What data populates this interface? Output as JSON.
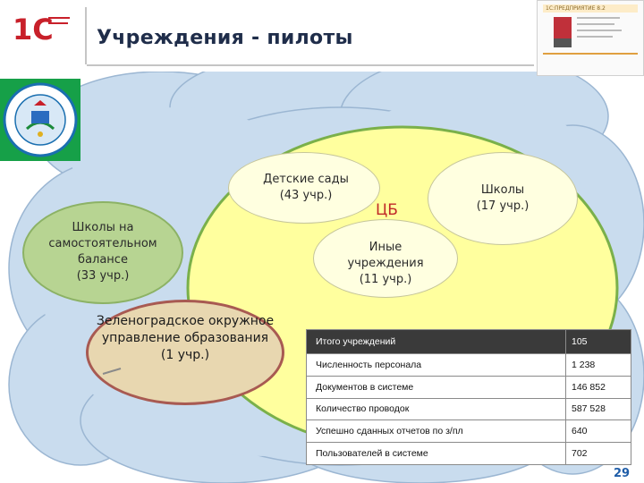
{
  "header": {
    "title": "Учреждения - пилоты"
  },
  "product_box": {
    "caption": "1С:ПРЕДПРИЯТИЕ 8.2"
  },
  "nodes": {
    "center": "ЦБ",
    "kindergartens": "Детские сады\n(43 учр.)",
    "schools": "Школы\n(17 учр.)",
    "other": "Иные\nучреждения\n(11 учр.)",
    "self_balance_schools": "Школы на\nсамостоятельном\nбалансе\n(33 учр.)",
    "zelenograd": "Зеленоградское окружное\nуправление образования\n(1 учр.)"
  },
  "stats_table": {
    "rows": [
      {
        "label": "Итого учреждений",
        "value": "105"
      },
      {
        "label": "Численность персонала",
        "value": "1 238"
      },
      {
        "label": "Документов в системе",
        "value": "146 852"
      },
      {
        "label": "Количество проводок",
        "value": "587 528"
      },
      {
        "label": "Успешно сданных отчетов по з/пл",
        "value": "640"
      },
      {
        "label": "Пользователей в системе",
        "value": "702"
      }
    ]
  },
  "footer": {
    "page_number": "29"
  },
  "colors": {
    "cloud": "#c9dcee",
    "ellipse": "#ffff9e",
    "green_node": "#b7d492",
    "tan_node": "#e8d7b0",
    "accent_red": "#c02828"
  }
}
